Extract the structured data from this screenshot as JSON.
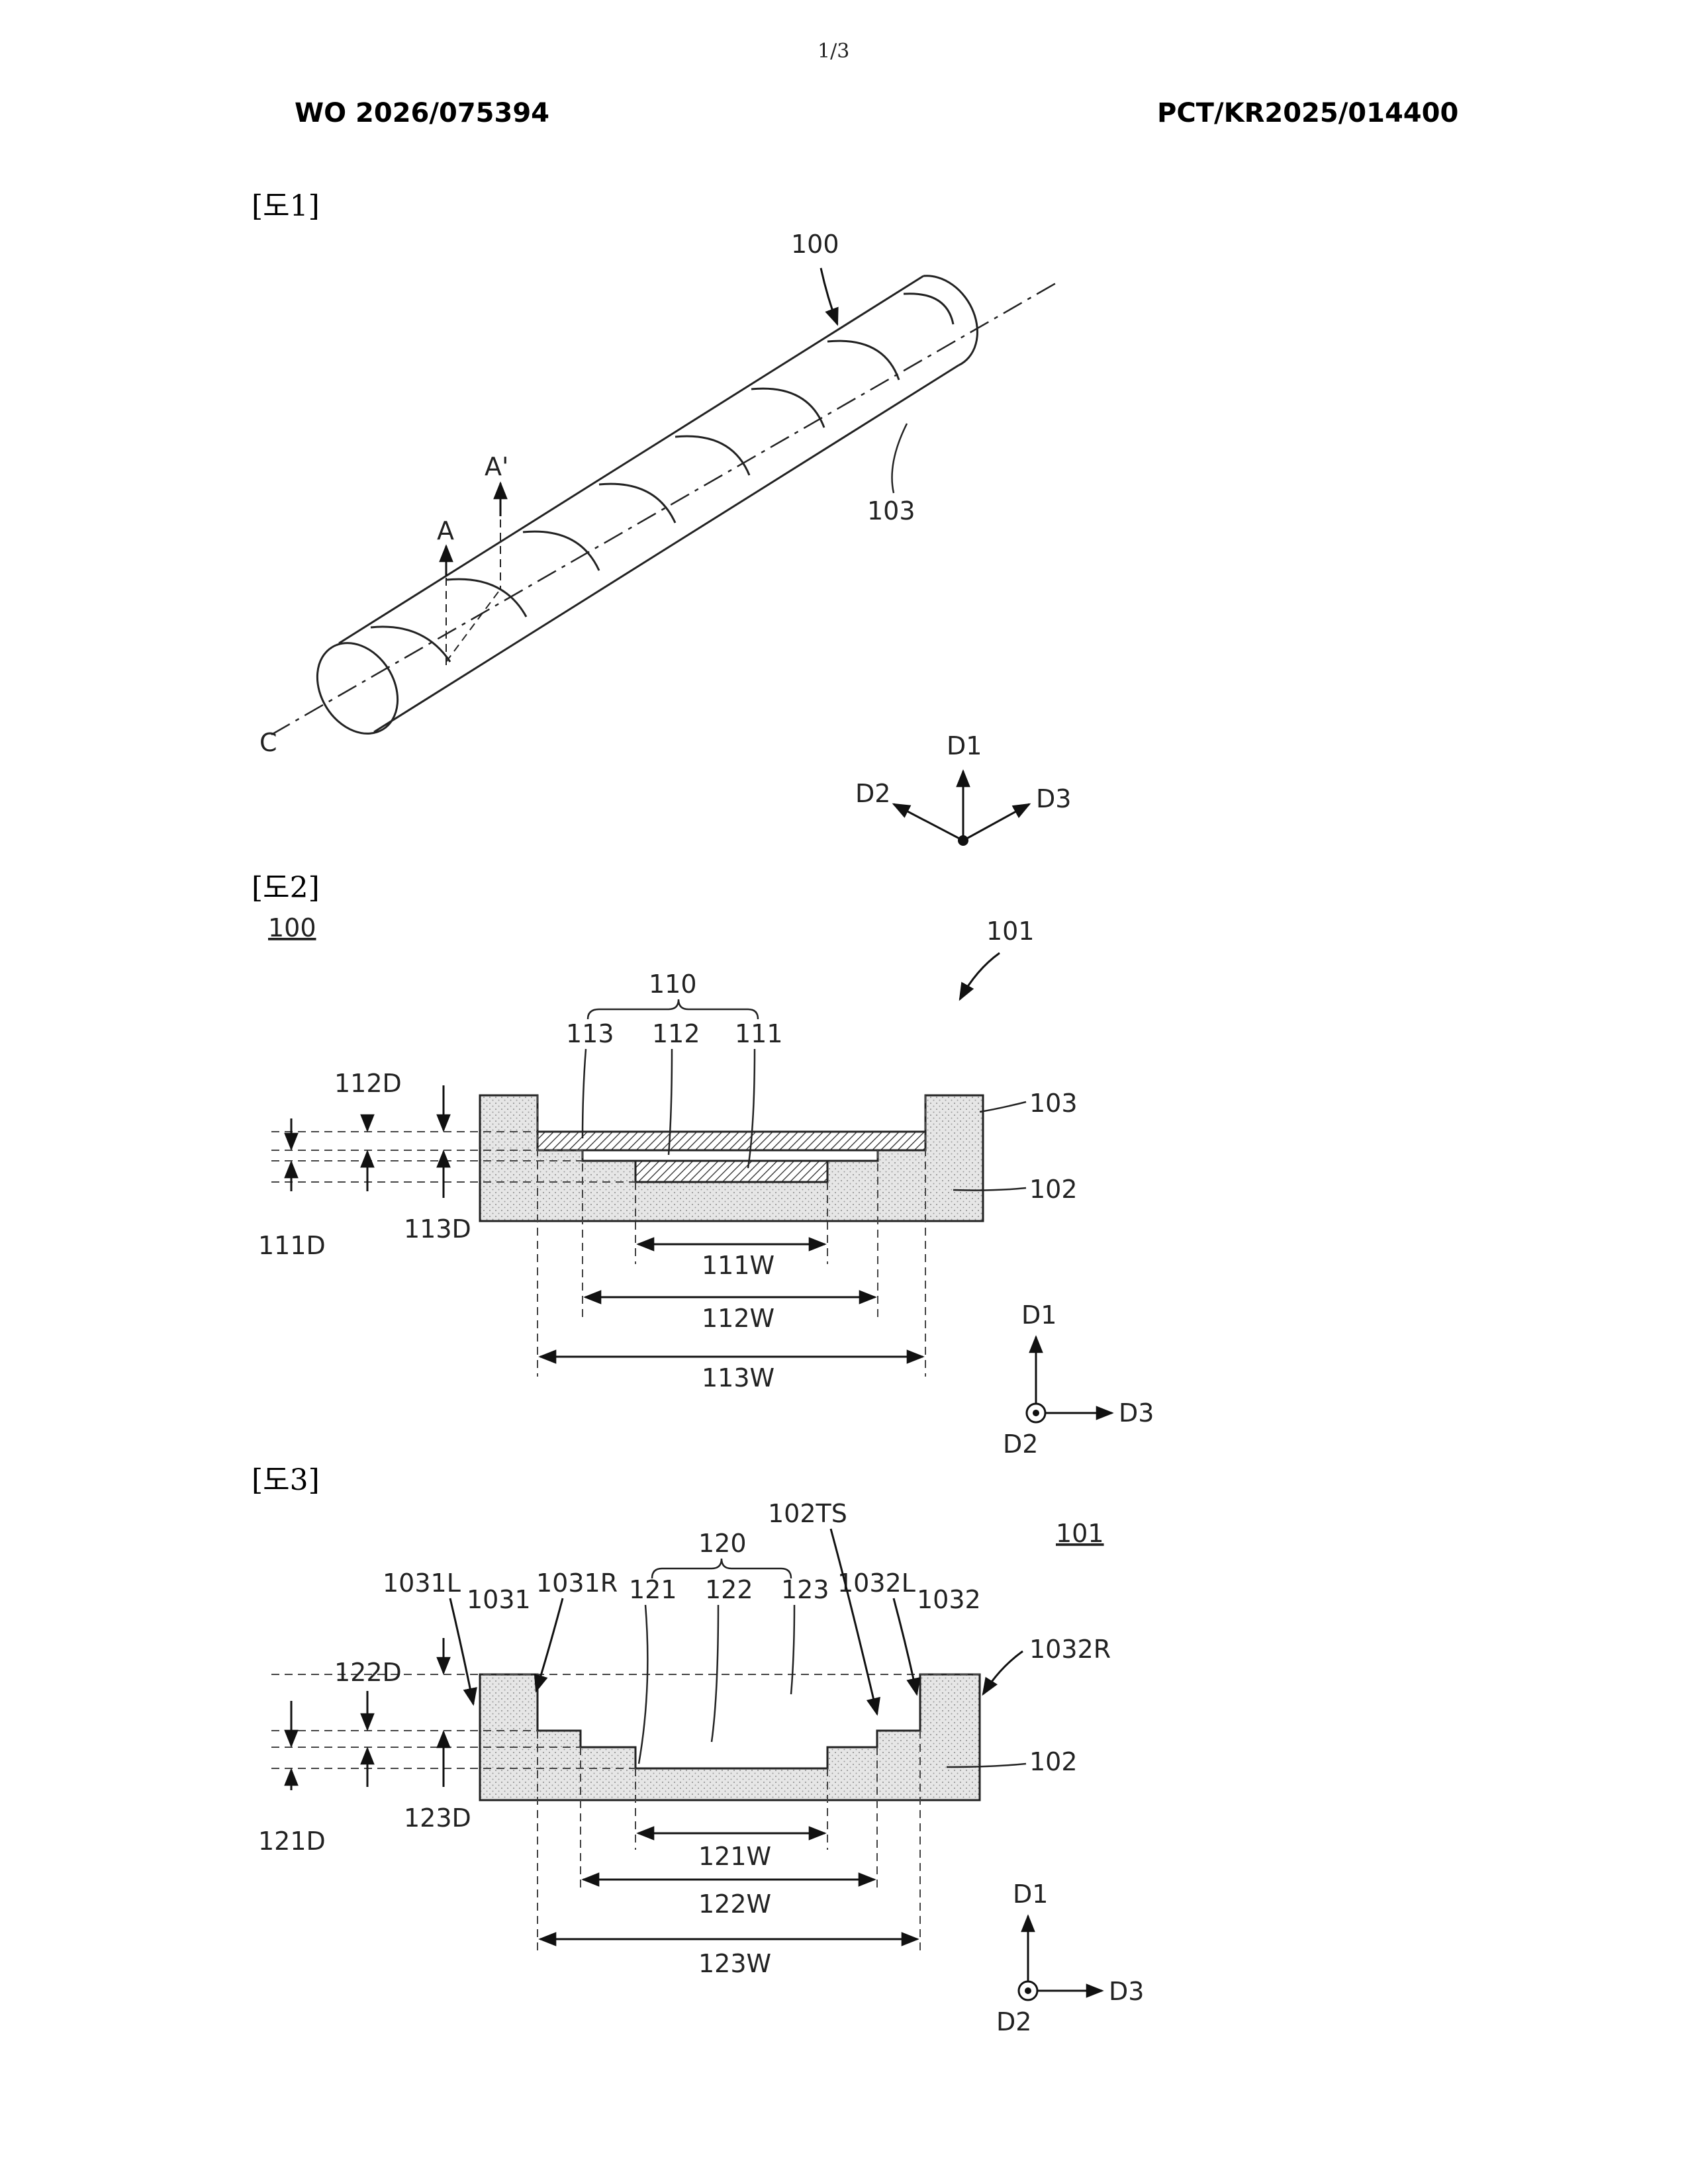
{
  "header": {
    "page_number": "1/3",
    "publication_number": "WO 2026/075394",
    "application_number": "PCT/KR2025/014400"
  },
  "fig1": {
    "caption": "[도1]",
    "labels": {
      "device": "100",
      "groove": "103",
      "section_a": "A",
      "section_a_prime": "A'",
      "axis_c": "C",
      "dir_d1": "D1",
      "dir_d2": "D2",
      "dir_d3": "D3"
    }
  },
  "fig2": {
    "caption": "[도2]",
    "labels": {
      "device": "100",
      "region": "101",
      "stack": "110",
      "layer_113": "113",
      "layer_112": "112",
      "layer_111": "111",
      "rib": "103",
      "substrate": "102",
      "depth_112": "112D",
      "depth_111": "111D",
      "depth_113": "113D",
      "width_111": "111W",
      "width_112": "112W",
      "width_113": "113W",
      "dir_d1": "D1",
      "dir_d2": "D2",
      "dir_d3": "D3"
    }
  },
  "fig3": {
    "caption": "[도3]",
    "labels": {
      "region": "101",
      "recess": "120",
      "top_surface": "102TS",
      "step_121": "121",
      "step_122": "122",
      "step_123": "123",
      "wall_1031_left": "1031L",
      "wall_1031": "1031",
      "wall_1031_right": "1031R",
      "wall_1032_left": "1032L",
      "wall_1032": "1032",
      "wall_1032_right": "1032R",
      "substrate": "102",
      "depth_122": "122D",
      "depth_121": "121D",
      "depth_123": "123D",
      "width_121": "121W",
      "width_122": "122W",
      "width_123": "123W",
      "dir_d1": "D1",
      "dir_d2": "D2",
      "dir_d3": "D3"
    }
  }
}
